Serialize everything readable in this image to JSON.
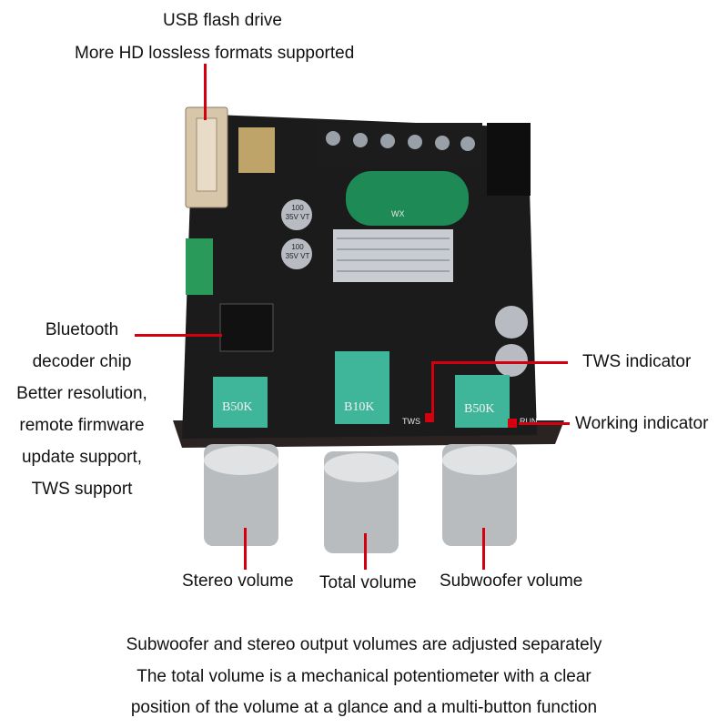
{
  "annotations": {
    "usb_line1": "USB flash drive",
    "usb_line2": "More HD lossless formats supported",
    "bt_lines": [
      "Bluetooth",
      "decoder chip",
      "Better resolution,",
      "remote firmware",
      "update support,",
      "TWS support"
    ],
    "tws_indicator": "TWS indicator",
    "working_indicator": "Working indicator",
    "stereo_volume": "Stereo volume",
    "total_volume": "Total volume",
    "subwoofer_volume": "Subwoofer volume"
  },
  "board_labels": {
    "pot_left": "B50K",
    "pot_mid": "B10K",
    "pot_right": "B50K",
    "tws": "TWS",
    "run": "RUN",
    "cap1": "100 35V VT",
    "cap2": "100 35V VT",
    "cap_big": "WX"
  },
  "footer": {
    "line1": "Subwoofer and stereo output volumes are adjusted separately",
    "line2": "The total volume is a mechanical potentiometer with a clear",
    "line3": "position of the volume at a glance and a multi-button function"
  },
  "colors": {
    "leader": "#d4000f",
    "pcb": "#1b1b1b",
    "pot": "#3fb69a",
    "screw_terminal": "#1c1c1c"
  }
}
